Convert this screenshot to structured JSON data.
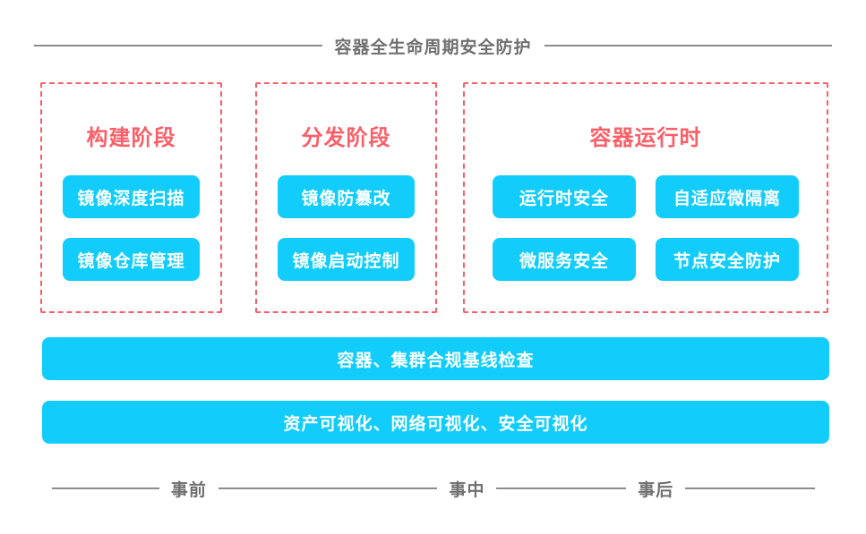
{
  "header": {
    "title": "容器全生命周期安全防护",
    "rule_color": "#8c8c8c",
    "text_color": "#6f6f6f"
  },
  "theme": {
    "accent_cyan": "#12cdfb",
    "accent_red": "#fa5f68",
    "text_gray": "#6f6f6f",
    "background": "#ffffff"
  },
  "panels": [
    {
      "id": "build",
      "title": "构建阶段",
      "items": [
        {
          "label": "镜像深度扫描"
        },
        {
          "label": "镜像仓库管理"
        }
      ]
    },
    {
      "id": "distribution",
      "title": "分发阶段",
      "items": [
        {
          "label": "镜像防篡改"
        },
        {
          "label": "镜像启动控制"
        }
      ]
    },
    {
      "id": "runtime",
      "title": "容器运行时",
      "items": [
        {
          "label": "运行时安全"
        },
        {
          "label": "自适应微隔离"
        },
        {
          "label": "微服务安全"
        },
        {
          "label": "节点安全防护"
        }
      ]
    }
  ],
  "wide_bars": [
    {
      "label": "容器、集群合规基线检查"
    },
    {
      "label": "资产可视化、网络可视化、安全可视化"
    }
  ],
  "timeline": {
    "labels": [
      {
        "label": "事前"
      },
      {
        "label": "事中"
      },
      {
        "label": "事后"
      }
    ]
  }
}
